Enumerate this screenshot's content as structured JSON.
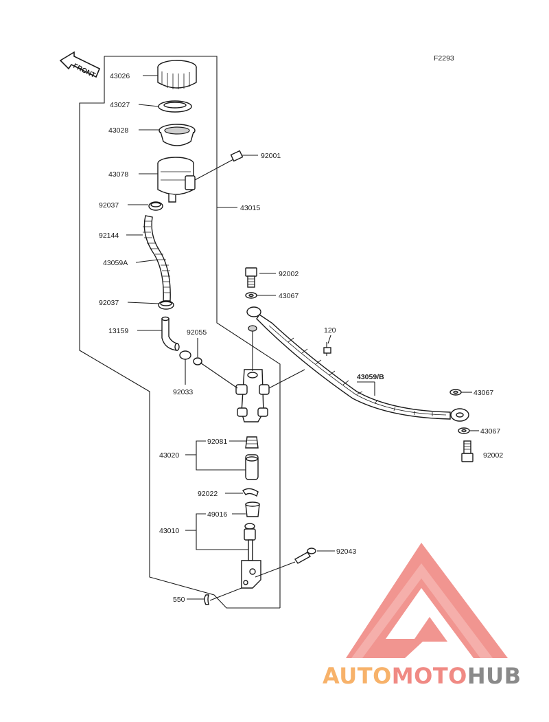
{
  "figure_code": "F2293",
  "front_arrow_label": "FRONT",
  "part_labels": {
    "p43026": "43026",
    "p43027": "43027",
    "p43028": "43028",
    "p43078": "43078",
    "p92001": "92001",
    "p92037a": "92037",
    "p43015": "43015",
    "p92144": "92144",
    "p43059a": "43059A",
    "p92002a": "92002",
    "p43067a": "43067",
    "p92037b": "92037",
    "p120": "120",
    "p13159": "13159",
    "p92055": "92055",
    "p43059b": "43059/B",
    "p92033": "92033",
    "p43067b": "43067",
    "p43067c": "43067",
    "p92081": "92081",
    "p43020": "43020",
    "p92002b": "92002",
    "p92022": "92022",
    "p49016": "49016",
    "p43010": "43010",
    "p92043": "92043",
    "p550": "550"
  },
  "watermark": {
    "word_part1": "AUTO",
    "word_part2": "MOTO",
    "word_part3": "HUB",
    "color_orange": "#f7b26a",
    "color_red": "#f08a84",
    "color_gray": "#8a8a8a",
    "logo_color": "#f08a84"
  }
}
